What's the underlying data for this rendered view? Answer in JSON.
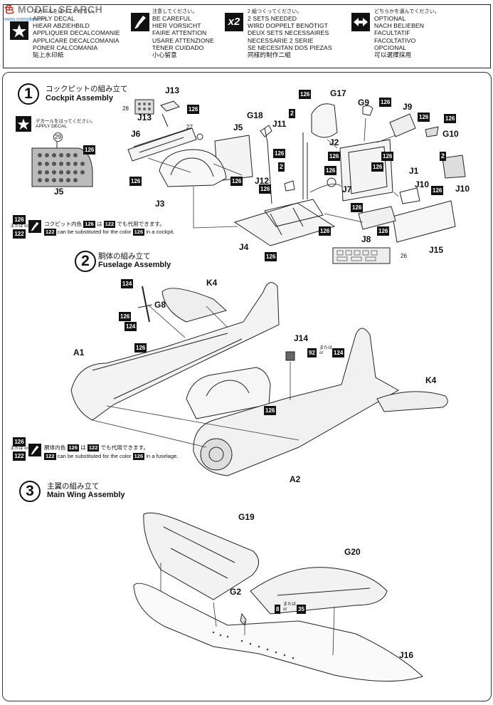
{
  "watermark": {
    "brand_cn": "色",
    "brand_en": "MODEL SEARCH",
    "site": "www.vsmodel.com"
  },
  "legend": {
    "decal": {
      "lines": [
        "デカールをはってください。",
        "APPLY DECAL",
        "HIEAR ABZIEHBILD",
        "APPLIQUER DECALCOMANIE",
        "APPLICARE DECALCOMANIA",
        "PONER CALCOMANIA",
        "貼上水印紙"
      ]
    },
    "careful": {
      "lines": [
        "注意してください。",
        "BE CAREFUL",
        "HIER VORSICHT",
        "FAIRE ATTENTION",
        "USARE ATTENZIONE",
        "TENER CUIDADO",
        "小心留意"
      ]
    },
    "twice": {
      "icon": "x2",
      "lines": [
        "2 組つくってください。",
        "2 SETS NEEDED",
        "WIRD DOPPELT BENÖTIGT",
        "DEUX SETS NECESSAIRES",
        "NECESSARIE 2 SERIE",
        "SE NECESITAN DOS PIEZAS",
        "同樣的制作二組"
      ]
    },
    "optional": {
      "lines": [
        "どちらかを選んでください。",
        "OPTIONAL",
        "NACH BELIEBEN",
        "FACULTATIF",
        "FACOLTATIVO",
        "OPCIONAL",
        "可以選擇採用"
      ]
    }
  },
  "steps": [
    {
      "number": "1",
      "title_jp": "コックピットの組み立て",
      "title_en": "Cockpit Assembly"
    },
    {
      "number": "2",
      "title_jp": "胴体の組み立て",
      "title_en": "Fuselage Assembly"
    },
    {
      "number": "3",
      "title_jp": "主翼の組み立て",
      "title_en": "Main Wing Assembly"
    }
  ],
  "step1": {
    "decal_note_jp": "デカールをはってください。",
    "decal_note_en": "APPLY DECAL",
    "decal_number": "29",
    "labels": {
      "J13": "J13",
      "J13b": "J13",
      "J6": "J6",
      "J5": "J5",
      "J5b": "J5",
      "J3": "J3",
      "J4": "J4",
      "G18": "G18",
      "J11": "J11",
      "J2": "J2",
      "G17": "G17",
      "G9": "G9",
      "J9": "J9",
      "G10": "G10",
      "J1": "J1",
      "J12": "J12",
      "J7": "J7",
      "J10": "J10",
      "J10b": "J10",
      "J8": "J8",
      "J15": "J15"
    },
    "small_numbers": {
      "n28": "28",
      "n27": "27",
      "n26": "26"
    },
    "colors": [
      "126",
      "126",
      "126",
      "126",
      "126",
      "126",
      "126",
      "126",
      "126",
      "126",
      "126",
      "126",
      "126",
      "126",
      "126",
      "126",
      "126",
      "126",
      "126"
    ],
    "optional_2a": "2",
    "optional_2b": "2",
    "optional_2c": "2",
    "note_jp": "コクピット内色 126 は 122 でも代用できます。",
    "note_en": "122 can be substituted for the color 126 in a cockpit.",
    "note_jp_parts": [
      "コクピット内色",
      "126",
      "は",
      "122",
      "でも代用できます。"
    ],
    "note_en_parts": [
      "122",
      "can be substituted for the color",
      "126",
      "in a cockpit."
    ],
    "mataha": {
      "c1": "126",
      "or": "または or",
      "c2": "122"
    }
  },
  "step2": {
    "labels": {
      "K4": "K4",
      "G8": "G8",
      "A1": "A1",
      "J14": "J14",
      "K4b": "K4",
      "A2": "A2"
    },
    "colors": {
      "c124a": "124",
      "c126a": "126",
      "c124b": "124",
      "c126b": "126",
      "c126c": "126",
      "c92": "92",
      "c124c": "124"
    },
    "or_text": "または or",
    "note_jp_parts": [
      "胴体内色",
      "126",
      "は",
      "122",
      "でも代用できます。"
    ],
    "note_en_parts": [
      "122",
      "can be substituted for the color",
      "126",
      "in a fuselage."
    ],
    "mataha": {
      "c1": "126",
      "or": "または or",
      "c2": "122"
    }
  },
  "step3": {
    "labels": {
      "G19": "G19",
      "G20": "G20",
      "G2": "G2",
      "J16": "J16"
    },
    "colors": {
      "c8": "8",
      "c35": "35"
    },
    "or_text": "または or"
  }
}
